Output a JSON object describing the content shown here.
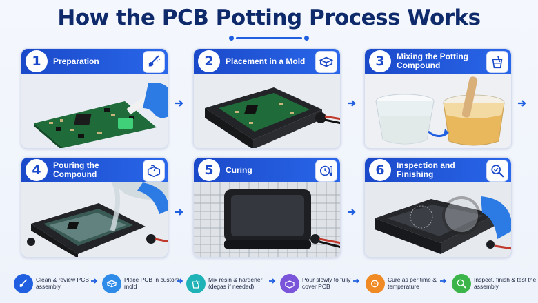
{
  "title": "How the PCB Potting Process Works",
  "steps": [
    {
      "num": "1",
      "title": "Preparation",
      "caption": "Clean & review PCB assembly"
    },
    {
      "num": "2",
      "title": "Placement in a Mold",
      "caption": "Place PCB in custom mold"
    },
    {
      "num": "3",
      "title": "Mixing the Potting Compound",
      "caption": "Mix resin & hardener (degas if needed)"
    },
    {
      "num": "4",
      "title": "Pouring the Compound",
      "caption": "Pour slowly to fully cover PCB"
    },
    {
      "num": "5",
      "title": "Curing",
      "caption": "Cure as per time & temperature"
    },
    {
      "num": "6",
      "title": "Inspection and Finishing",
      "caption": "Inspect, finish & test the assembly"
    }
  ],
  "icons": [
    "brush-icon",
    "mold-box-icon",
    "mixing-cup-icon",
    "pour-box-icon",
    "clock-thermometer-icon",
    "magnifier-check-icon"
  ],
  "colors": {
    "brand": "#1a49c9",
    "title": "#0f2a6b",
    "step_icons": [
      "#1f5fe0",
      "#2f8be8",
      "#1fb3b8",
      "#7a55d9",
      "#f08a24",
      "#3bb54a"
    ]
  }
}
